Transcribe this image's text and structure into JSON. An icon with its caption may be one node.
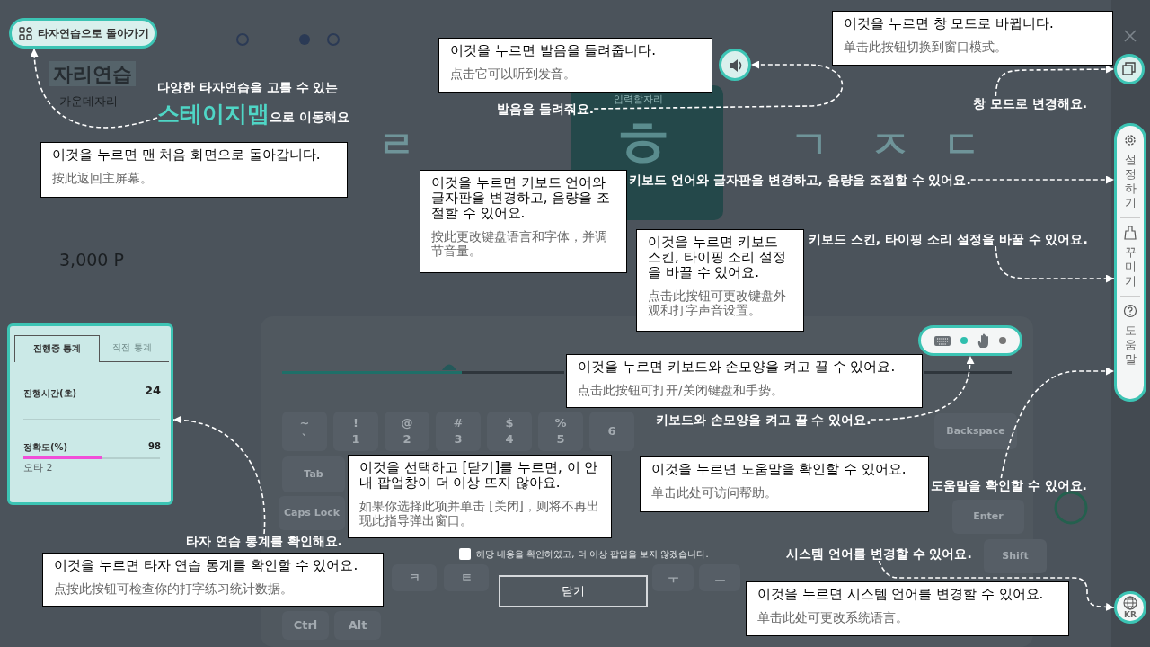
{
  "diagram": {
    "nodes": [
      {
        "text": [
          "타자연습으로 돌아가기"
        ]
      },
      {
        "text": [],
        "shape": "circle"
      },
      {
        "text": [],
        "shape": "circle"
      },
      {
        "text": [
          "설정하기",
          "꾸미기",
          "도움말"
        ]
      },
      {
        "text": [],
        "shape": "box"
      },
      {
        "text": [
          "KR"
        ]
      },
      {
        "text": [
          "진행중 통계",
          "직전 통계",
          "진행시간(초)",
          "24",
          "정확도(%)",
          "98",
          "오타 2"
        ]
      },
      {
        "text": [
          "다양한 타자연습을 고를 수 있는 **스테이지맵**으로 이동해요"
        ]
      },
      {
        "text": [
          "발음을 들려줘요."
        ]
      },
      {
        "text": [
          "창 모드로 변경해요."
        ]
      },
      {
        "text": [
          "키보드 언어와 글자판을 변경하고, 음량을 조절할 수 있어요."
        ]
      },
      {
        "text": [
          "키보드 스킨, 타이핑 소리 설정을 바꿀 수 있어요."
        ]
      },
      {
        "text": [
          "키보드와 손모양을 켜고 끌 수 있어요."
        ]
      },
      {
        "text": [
          "도움말을 확인할 수 있어요."
        ]
      },
      {
        "text": [
          "시스템 언어를 변경할 수 있어요."
        ]
      },
      {
        "text": [
          "타자 연습 통계를 확인해요."
        ]
      },
      {
        "text": [
          "이것을 누르면 맨 처음 화면으로 돌아갑니다.",
          "按此返回主屏幕。"
        ]
      },
      {
        "text": [
          "이것을 누르면 발음을 들려줍니다.",
          "点击它可以听到发音。"
        ]
      },
      {
        "text": [
          "이것을 누르면 창 모드로 바뀝니다.",
          "单击此按钮切换到窗口模式。"
        ]
      },
      {
        "text": [
          "이것을 누르면 키보드 언어와 글자판을 변경하고, 음량을 조절할 수 있어요.",
          "按此更改键盘语言和字体，并调节音量。"
        ]
      },
      {
        "text": [
          "이것을 누르면 키보드 스킨, 타이핑 소리 설정을 바꿀 수 있어요.",
          "点击此按钮可更改键盘外观和打字声音设置。"
        ]
      },
      {
        "text": [
          "이것을 누르면 키보드와 손모양을 켜고 끌 수 있어요.",
          "点击此按钮可打开/关闭键盘和手势。"
        ]
      },
      {
        "text": [
          "이것을 선택하고 [닫기]를 누르면, 이 안내 팝업창이 더 이상 뜨지 않아요.",
          "如果你选择此项并单击 [关闭]，则将不再出现此指导弹出窗口。"
        ]
      },
      {
        "text": [
          "이것을 누르면 도움말을 확인할 수 있어요.",
          "单击此处可访问帮助。"
        ]
      },
      {
        "text": [
          "이것을 누르면 타자 연습 통계를 확인할 수 있어요.",
          "点按此按钮可检查你的打字练习统计数据。"
        ]
      },
      {
        "text": [
          "이것을 누르면 시스템 언어를 변경할 수 있어요.",
          "单击此处可更改系统语言。"
        ]
      },
      {
        "text": [
          "닫기"
        ]
      }
    ],
    "edges": [
      {
        "from": 7,
        "to": 0,
        "arrow": "to",
        "style": "dashed"
      },
      {
        "from": 8,
        "to": 1,
        "arrow": "to",
        "style": "dashed"
      },
      {
        "from": 9,
        "to": 2,
        "arrow": "to",
        "style": "dashed"
      },
      {
        "from": 10,
        "to": 3,
        "arrow": "to",
        "style": "dashed"
      },
      {
        "from": 11,
        "to": 3,
        "arrow": "to",
        "style": "dashed"
      },
      {
        "from": 12,
        "to": 4,
        "arrow": "to",
        "style": "dashed"
      },
      {
        "from": 13,
        "to": 3,
        "arrow": "to",
        "style": "dashed"
      },
      {
        "from": 14,
        "to": 5,
        "arrow": "to",
        "style": "dashed"
      },
      {
        "from": 15,
        "to": 6,
        "arrow": "to",
        "style": "dashed"
      }
    ],
    "labels": [
      "자리연습",
      "가운데자리",
      "3,000 P",
      "입력할자리",
      "ㅎ",
      "ㄹ",
      "ㄱ",
      "ㅈ",
      "ㄷ",
      "해당 내용을 확인하였고, 더 이상 팝업을 보지 않겠습니다.",
      "~ `",
      "! 1",
      "@ 2",
      "# 3",
      "$ 4",
      "% 5",
      "6",
      "Backspace",
      "Tab",
      "Caps Lock",
      "Enter",
      "ㅋ",
      "ㅌ",
      "ㅜ",
      "ㅡ",
      "Shift",
      "Ctrl",
      "Alt"
    ]
  }
}
